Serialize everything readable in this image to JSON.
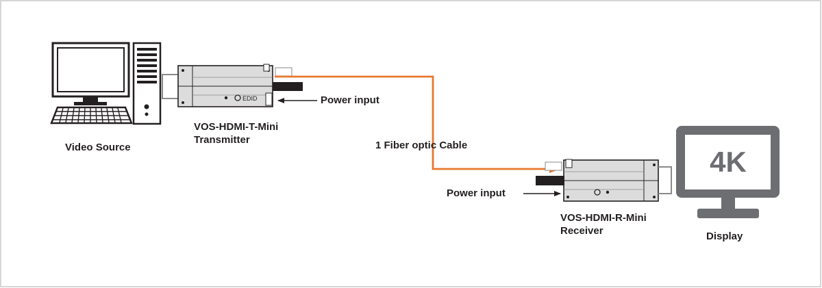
{
  "labels": {
    "video_source": "Video Source",
    "transmitter_model": "VOS-HDMI-T-Mini",
    "transmitter_role": "Transmitter",
    "tx_power": "Power input",
    "cable": "1 Fiber optic Cable",
    "rx_power": "Power input",
    "receiver_model": "VOS-HDMI-R-Mini",
    "receiver_role": "Receiver",
    "display": "Display",
    "display_resolution": "4K",
    "edid_label": "EDID"
  },
  "colors": {
    "fiber": "#e8772e",
    "ink": "#231f20",
    "device_fill": "#dcdcdc",
    "frame": "#c8c8c8"
  },
  "icons": {
    "source": "desktop-computer-icon",
    "display": "monitor-icon"
  }
}
